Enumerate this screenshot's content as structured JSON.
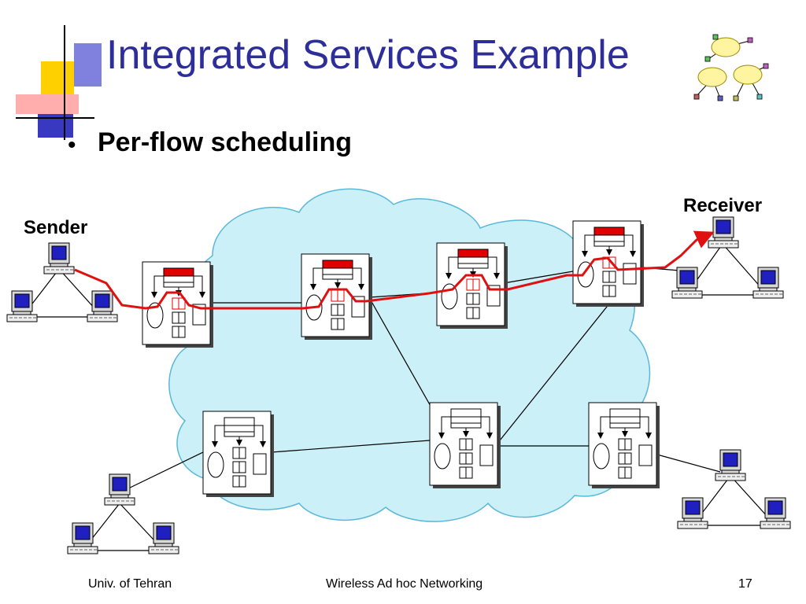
{
  "slide": {
    "title": "Integrated Services Example",
    "bullet": "Per-flow scheduling",
    "labels": {
      "sender": "Sender",
      "receiver": "Receiver"
    },
    "footer": {
      "left": "Univ. of Tehran",
      "center": "Wireless Ad hoc Networking",
      "right": "17"
    }
  },
  "colors": {
    "title": "#2e2e9a",
    "cloud_fill": "#ccf0f8",
    "cloud_stroke": "#5ab8d8",
    "flow": "#e01010",
    "monitor_screen": "#2020c0",
    "reserved_queue": "#e00000"
  },
  "diagram": {
    "icons": [
      "router-icon",
      "computer-icon",
      "network-cloud-icon",
      "flow-path"
    ]
  }
}
